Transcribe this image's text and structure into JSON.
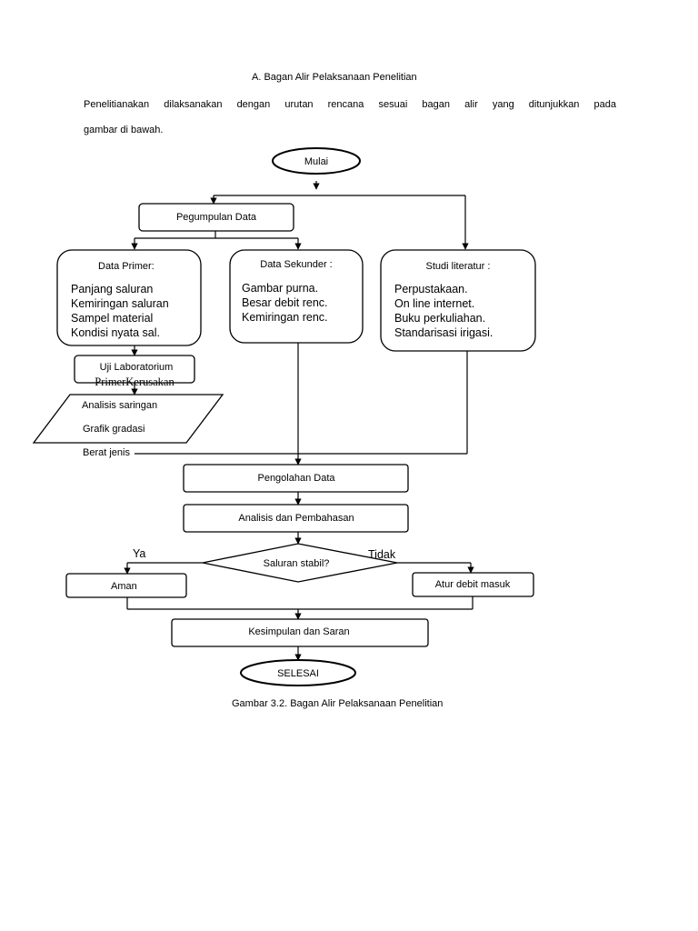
{
  "heading": "A.  Bagan Alir Pelaksanaan Penelitian",
  "paragraph": {
    "line1": "Penelitianakan dilaksanakan dengan urutan rencana sesuai bagan alir yang ditunjukkan pada",
    "line2": "gambar di bawah."
  },
  "flowchart": {
    "start": "Mulai",
    "collect": "Pegumpulan Data",
    "primary": {
      "title": "Data Primer:",
      "items": [
        "Panjang saluran",
        "Kemiringan saluran",
        "Sampel material",
        "Kondisi nyata sal."
      ]
    },
    "secondary": {
      "title": "Data Sekunder :",
      "items": [
        "Gambar purna.",
        "Besar debit renc.",
        "Kemiringan renc."
      ]
    },
    "literature": {
      "title": "Studi literatur :",
      "items": [
        "Perpustakaan.",
        "On line internet.",
        "Buku perkuliahan.",
        "Standarisasi irigasi."
      ]
    },
    "lab": {
      "line1": "Uji Laboratorium",
      "line2": "PrimerKerusakan"
    },
    "analysis_items": [
      "Analisis saringan",
      "Grafik gradasi",
      "Berat jenis"
    ],
    "processing": "Pengolahan Data",
    "discussion": "Analisis dan Pembahasan",
    "decision": "Saluran stabil?",
    "yes_label": "Ya",
    "no_label": "Tidak",
    "safe": "Aman",
    "adjust": "Atur debit masuk",
    "conclusion": "Kesimpulan dan Saran",
    "end": "SELESAI"
  },
  "caption": "Gambar 3.2. Bagan Alir Pelaksanaan Penelitian"
}
